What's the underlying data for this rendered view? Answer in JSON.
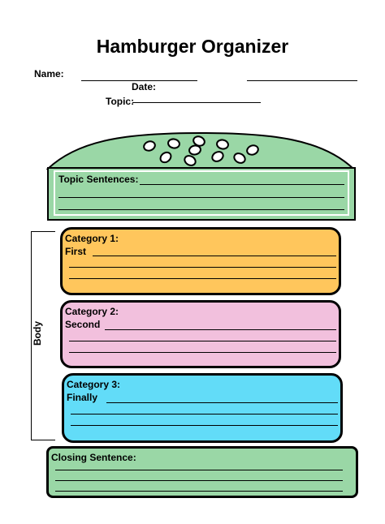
{
  "title": "Hamburger Organizer",
  "header": {
    "name_label": "Name:",
    "date_label": "Date:",
    "topic_label": "Topic:"
  },
  "topic_section": {
    "label": "Topic Sentences:"
  },
  "categories": [
    {
      "label": "Category 1:",
      "word": "First",
      "color": "#ffc65c"
    },
    {
      "label": "Category 2:",
      "word": "Second",
      "color": "#f2c0dd"
    },
    {
      "label": "Category 3:",
      "word": "Finally",
      "color": "#62dcf8"
    }
  ],
  "body_label": "Body",
  "closing_section": {
    "label": "Closing Sentence:"
  },
  "colors": {
    "bun": "#9ad7a6"
  }
}
